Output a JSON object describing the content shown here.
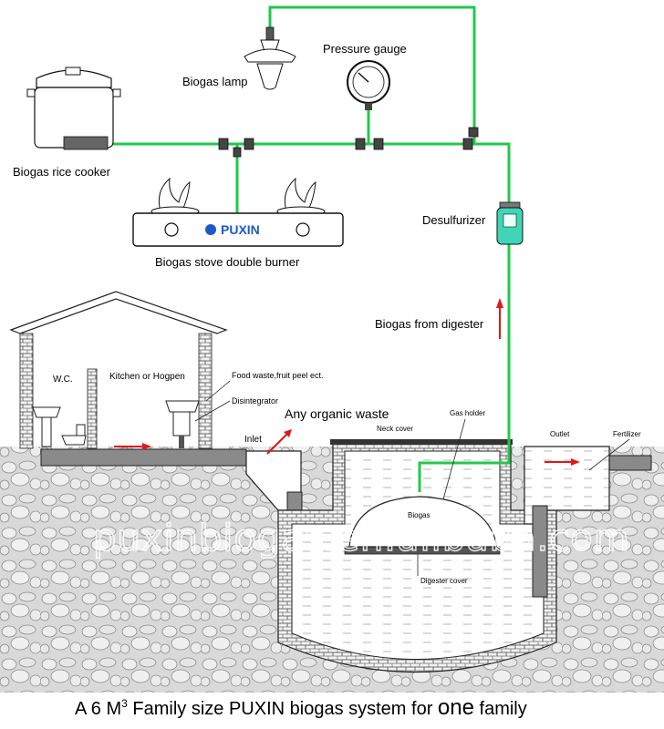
{
  "colors": {
    "pipe": "#22c84a",
    "arrow": "#e01818",
    "desulfurizer": "#3fd6b8",
    "soil": "#d7d7d7",
    "wall": "#8d8d8d",
    "slab": "#888888"
  },
  "labels": {
    "biogas_lamp": "Biogas lamp",
    "pressure_gauge": "Pressure gauge",
    "rice_cooker": "Biogas rice cooker",
    "stove_brand": "PUXIN",
    "stove": "Biogas stove double burner",
    "desulfurizer": "Desulfurizer",
    "biogas_from_digester": "Biogas from digester",
    "wc": "W.C.",
    "kitchen": "Kitchen or Hogpen",
    "food_waste": "Food waste,fruit peel ect.",
    "disintegrator": "Disintegrator",
    "organic_waste": "Any organic waste",
    "inlet": "Inlet",
    "neck_cover": "Neck cover",
    "gas_holder": "Gas holder",
    "outlet": "Outlet",
    "fertilizer": "Fertilizer",
    "biogas": "Biogas",
    "digester_cover": "Digester cover"
  },
  "watermark": "puxinbiogas.en.alibaba.com",
  "caption": {
    "prefix": "A  6 M",
    "superscript": "3",
    "middle": " Family size PUXIN biogas system for ",
    "emph": "one",
    "suffix": " family"
  },
  "icons": {
    "lamp": "hanging-lamp-icon",
    "gauge": "pressure-gauge-icon",
    "cooker": "rice-cooker-icon",
    "stove": "double-burner-stove-icon",
    "desulfurizer": "desulfurizer-icon",
    "house": "house-icon",
    "toilet": "toilet-icon",
    "sink": "sink-icon",
    "digester": "digester-tank-icon"
  }
}
